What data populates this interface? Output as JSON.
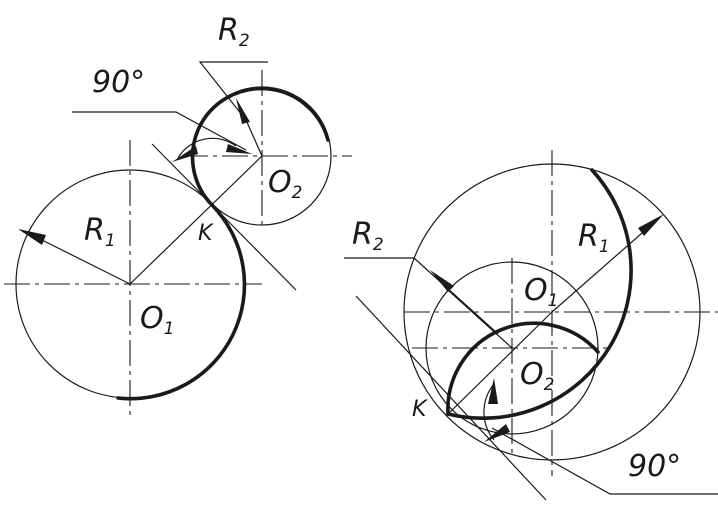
{
  "left_figure": {
    "labels": {
      "r1": "R",
      "r1_sub": "1",
      "r2": "R",
      "r2_sub": "2",
      "o1": "O",
      "o1_sub": "1",
      "o2": "O",
      "o2_sub": "2",
      "k": "K",
      "angle": "90°"
    }
  },
  "right_figure": {
    "labels": {
      "r1": "R",
      "r1_sub": "1",
      "r2": "R",
      "r2_sub": "2",
      "o1": "O",
      "o1_sub": "1",
      "o2": "O",
      "o2_sub": "2",
      "k": "K",
      "angle": "90°"
    }
  },
  "colors": {
    "ink": "#1a1a1a",
    "background": "#ffffff"
  }
}
